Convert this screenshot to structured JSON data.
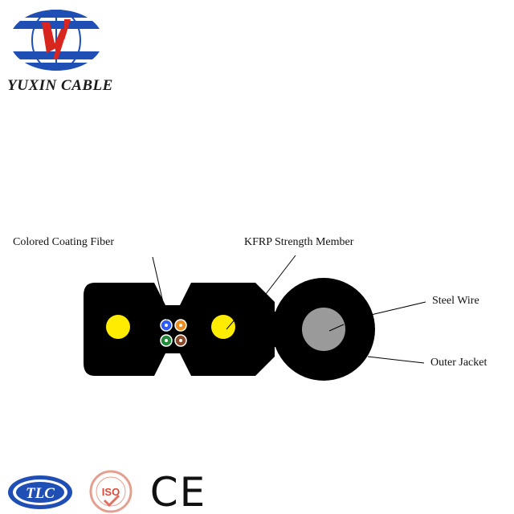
{
  "brand": {
    "name": "YUXIN CABLE",
    "logo_icon": "globe-lightning-logo-icon"
  },
  "diagram": {
    "labels": {
      "colored_coating_fiber": "Colored Coating Fiber",
      "kfrp_strength_member": "KFRP Strength Member",
      "steel_wire": "Steel Wire",
      "outer_jacket": "Outer Jacket"
    },
    "colors": {
      "jacket": "#000000",
      "strength_member": "#ffec00",
      "steel_wire": "#9a9a9a",
      "fiber_blue": "#2c5cff",
      "fiber_orange": "#f08c1e",
      "fiber_green": "#1f8a3a",
      "fiber_brown": "#8a4a2a"
    }
  },
  "certifications": {
    "tlc": "TLC",
    "iso": "ISO",
    "ce": "CE"
  }
}
